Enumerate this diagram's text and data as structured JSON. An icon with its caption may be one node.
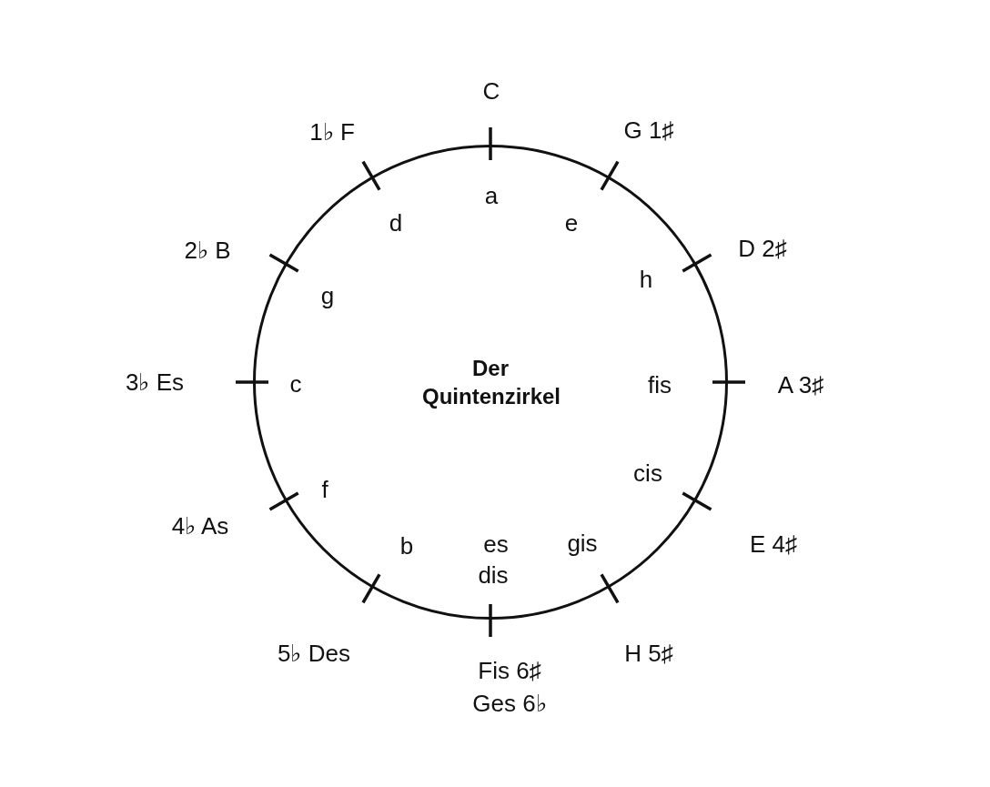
{
  "diagram": {
    "nodes": [
      {
        "text": [
          "Der Quintenzirkel"
        ]
      }
    ],
    "edges": [],
    "labels": [
      "C",
      "G 1♯",
      "D 2♯",
      "A 3♯",
      "E 4♯",
      "H 5♯",
      "Fis 6♯",
      "Ges 6♭",
      "5♭ Des",
      "4♭ As",
      "3♭ Es",
      "2♭ B",
      "1♭ F",
      "a",
      "e",
      "h",
      "fis",
      "cis",
      "gis",
      "es",
      "dis",
      "b",
      "f",
      "c",
      "g",
      "d"
    ]
  }
}
